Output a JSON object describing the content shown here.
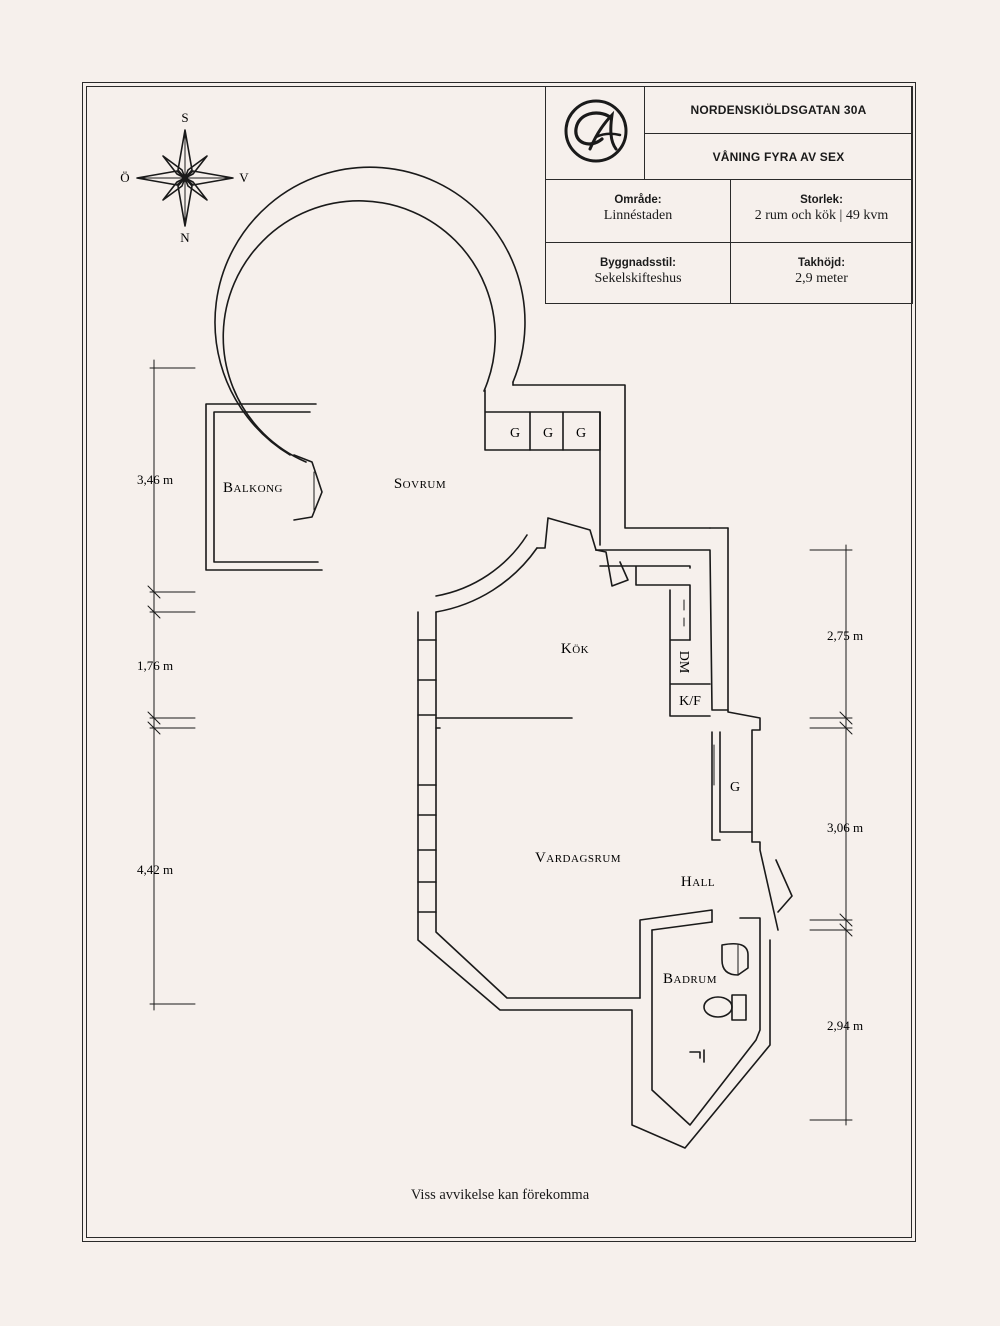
{
  "header": {
    "address": "NORDENSKIÖLDSGATAN 30A",
    "floor": "VÅNING FYRA AV SEX",
    "logo": "CA monogram logo"
  },
  "details": [
    {
      "label": "Område:",
      "value": "Linnéstaden"
    },
    {
      "label": "Storlek:",
      "value": "2 rum och kök | 49 kvm"
    },
    {
      "label": "Byggnadsstil:",
      "value": "Sekelskifteshus"
    },
    {
      "label": "Takhöjd:",
      "value": "2,9 meter"
    }
  ],
  "compass": {
    "north": "N",
    "south": "S",
    "east": "Ö",
    "west": "V"
  },
  "rooms": {
    "balkong": "Balkong",
    "sovrum": "Sovrum",
    "kok": "Kök",
    "vardagsrum": "Vardagsrum",
    "hall": "Hall",
    "badrum": "Badrum"
  },
  "fixtures": {
    "wardrobe": "G",
    "dishwasher": "DM",
    "fridge_freezer": "K/F"
  },
  "dimensions_left": [
    "3,46 m",
    "1,76 m",
    "4,42 m"
  ],
  "dimensions_right": [
    "2,75 m",
    "3,06 m",
    "2,94 m"
  ],
  "footer_note": "Viss avvikelse kan förekomma"
}
